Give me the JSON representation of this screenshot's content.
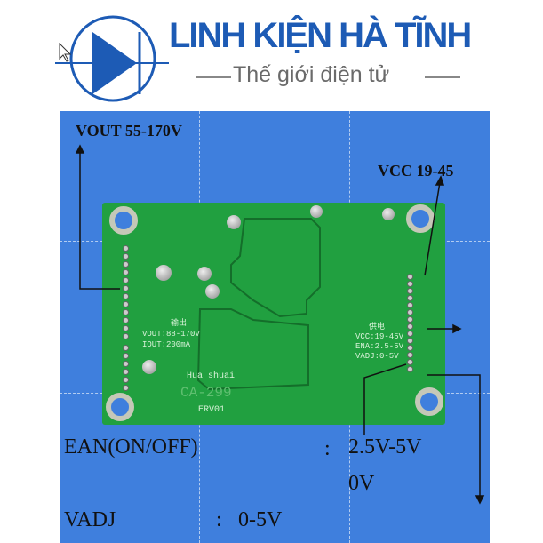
{
  "logo": {
    "title": "LINH KIỆN HÀ TĨNH",
    "subtitle": "Thế giới điện tử"
  },
  "labels": {
    "vout": "VOUT 55-170V",
    "vcc": "VCC 19-45"
  },
  "board": {
    "output_cn": "输出",
    "vout": "VOUT:88-170V",
    "iout": "IOUT:200mA",
    "power_cn": "供电",
    "vcc": "VCC:19-45V",
    "ena": "ENA:2.5-5V",
    "vadj": "VADJ:0-5V",
    "maker": "Hua shuai",
    "model": "CA-299",
    "rev": "ERV01"
  },
  "specs": {
    "ean_label": "EAN(ON/OFF)",
    "ean_sep": ":",
    "ean_on": "2.5V-5V",
    "ean_off": "0V",
    "vadj_label": "VADJ",
    "vadj_sep": ":",
    "vadj_value": "0-5V"
  }
}
